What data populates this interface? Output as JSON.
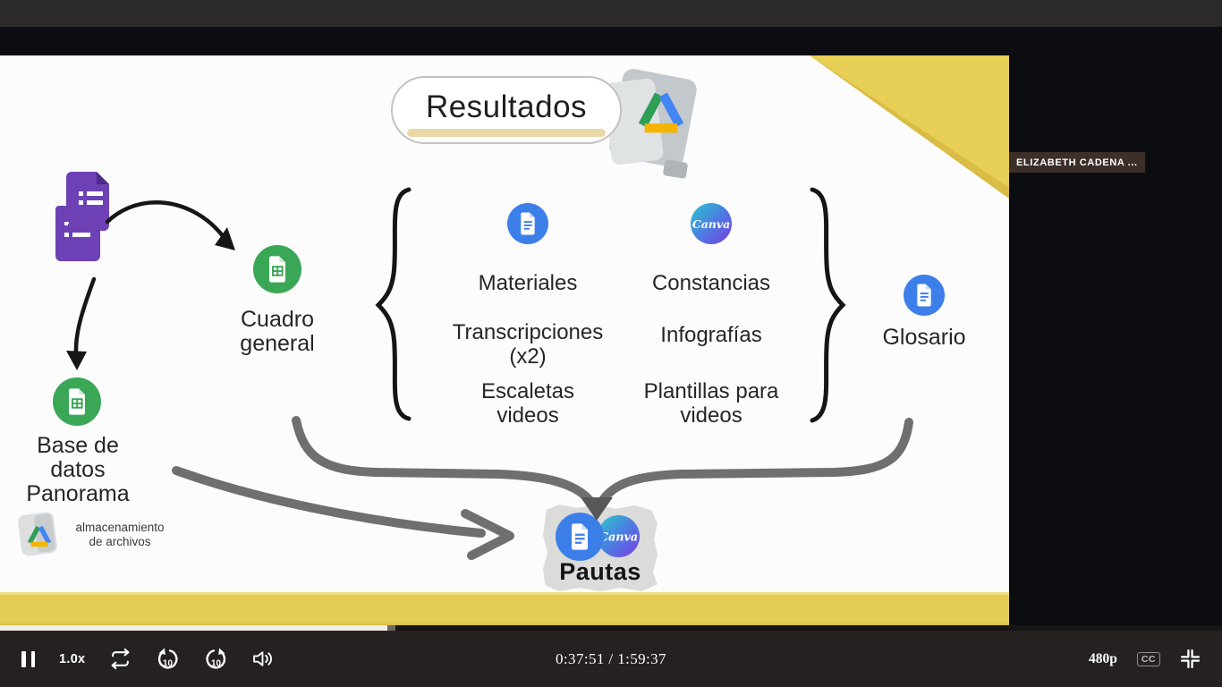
{
  "colors": {
    "accent_yellow": "#e5cd55",
    "docs_blue": "#3d7fe8",
    "sheets_green": "#3aa757",
    "forms_purple": "#6d41b5",
    "canva_teal": "#2bc8cc",
    "canva_purple": "#7a3be0",
    "stroke_gray": "#6f6f6f"
  },
  "player": {
    "speed_label": "1.0x",
    "skip_amount": "10",
    "time_label": "0:37:51 / 1:59:37",
    "quality_label": "480p",
    "cc_label": "CC",
    "progress_percent": 31.7,
    "icons": [
      "pause-icon",
      "loop-icon",
      "rewind-10-icon",
      "forward-10-icon",
      "volume-icon",
      "compress-icon"
    ]
  },
  "webcam": {
    "name_label": "ELIZABETH CADENA ..."
  },
  "slide": {
    "title": "Resultados",
    "canva_brand": "Canva",
    "cuadro_general": {
      "line1": "Cuadro",
      "line2": "general"
    },
    "base_datos": {
      "line1": "Base de",
      "line2": "datos",
      "line3": "Panorama"
    },
    "almacenamiento": {
      "line1": "almacenamiento",
      "line2": "de archivos"
    },
    "docs_column": {
      "item1": "Materiales",
      "item2_line1": "Transcripciones",
      "item2_line2": "(x2)",
      "item3_line1": "Escaletas",
      "item3_line2": "videos"
    },
    "canva_column": {
      "item1": "Constancias",
      "item2": "Infografías",
      "item3_line1": "Plantillas para",
      "item3_line2": "videos"
    },
    "glosario": "Glosario",
    "pautas": "Pautas"
  }
}
